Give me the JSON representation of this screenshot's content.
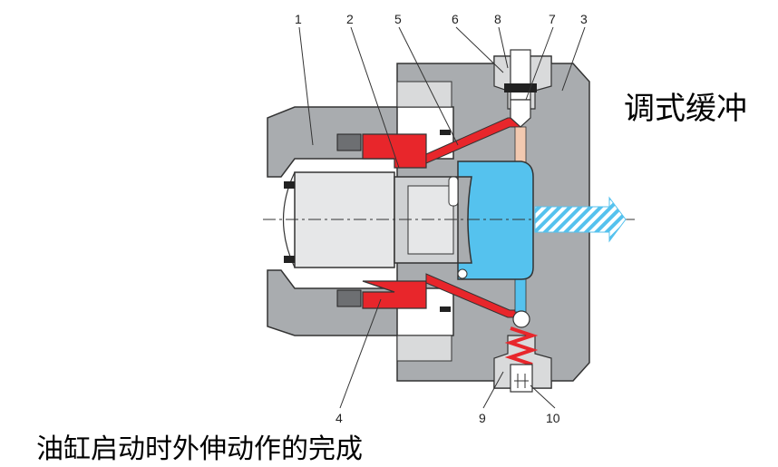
{
  "texts": {
    "right_caption": "调式缓冲",
    "bottom_caption": "油缸启动时外伸动作的完成"
  },
  "labels": [
    {
      "id": "l1",
      "text": "1"
    },
    {
      "id": "l2",
      "text": "2"
    },
    {
      "id": "l5",
      "text": "5"
    },
    {
      "id": "l6",
      "text": "6"
    },
    {
      "id": "l8",
      "text": "8"
    },
    {
      "id": "l7",
      "text": "7"
    },
    {
      "id": "l3",
      "text": "3"
    },
    {
      "id": "l4",
      "text": "4"
    },
    {
      "id": "l9",
      "text": "9"
    },
    {
      "id": "l10",
      "text": "10"
    }
  ],
  "colors": {
    "oil_pressure": "#e8262b",
    "piston": "#55c2ee",
    "body_gray": "#a9acaf",
    "light_gray": "#d9dadb",
    "outline": "#333333",
    "flow_light": "#f2c9b0"
  }
}
